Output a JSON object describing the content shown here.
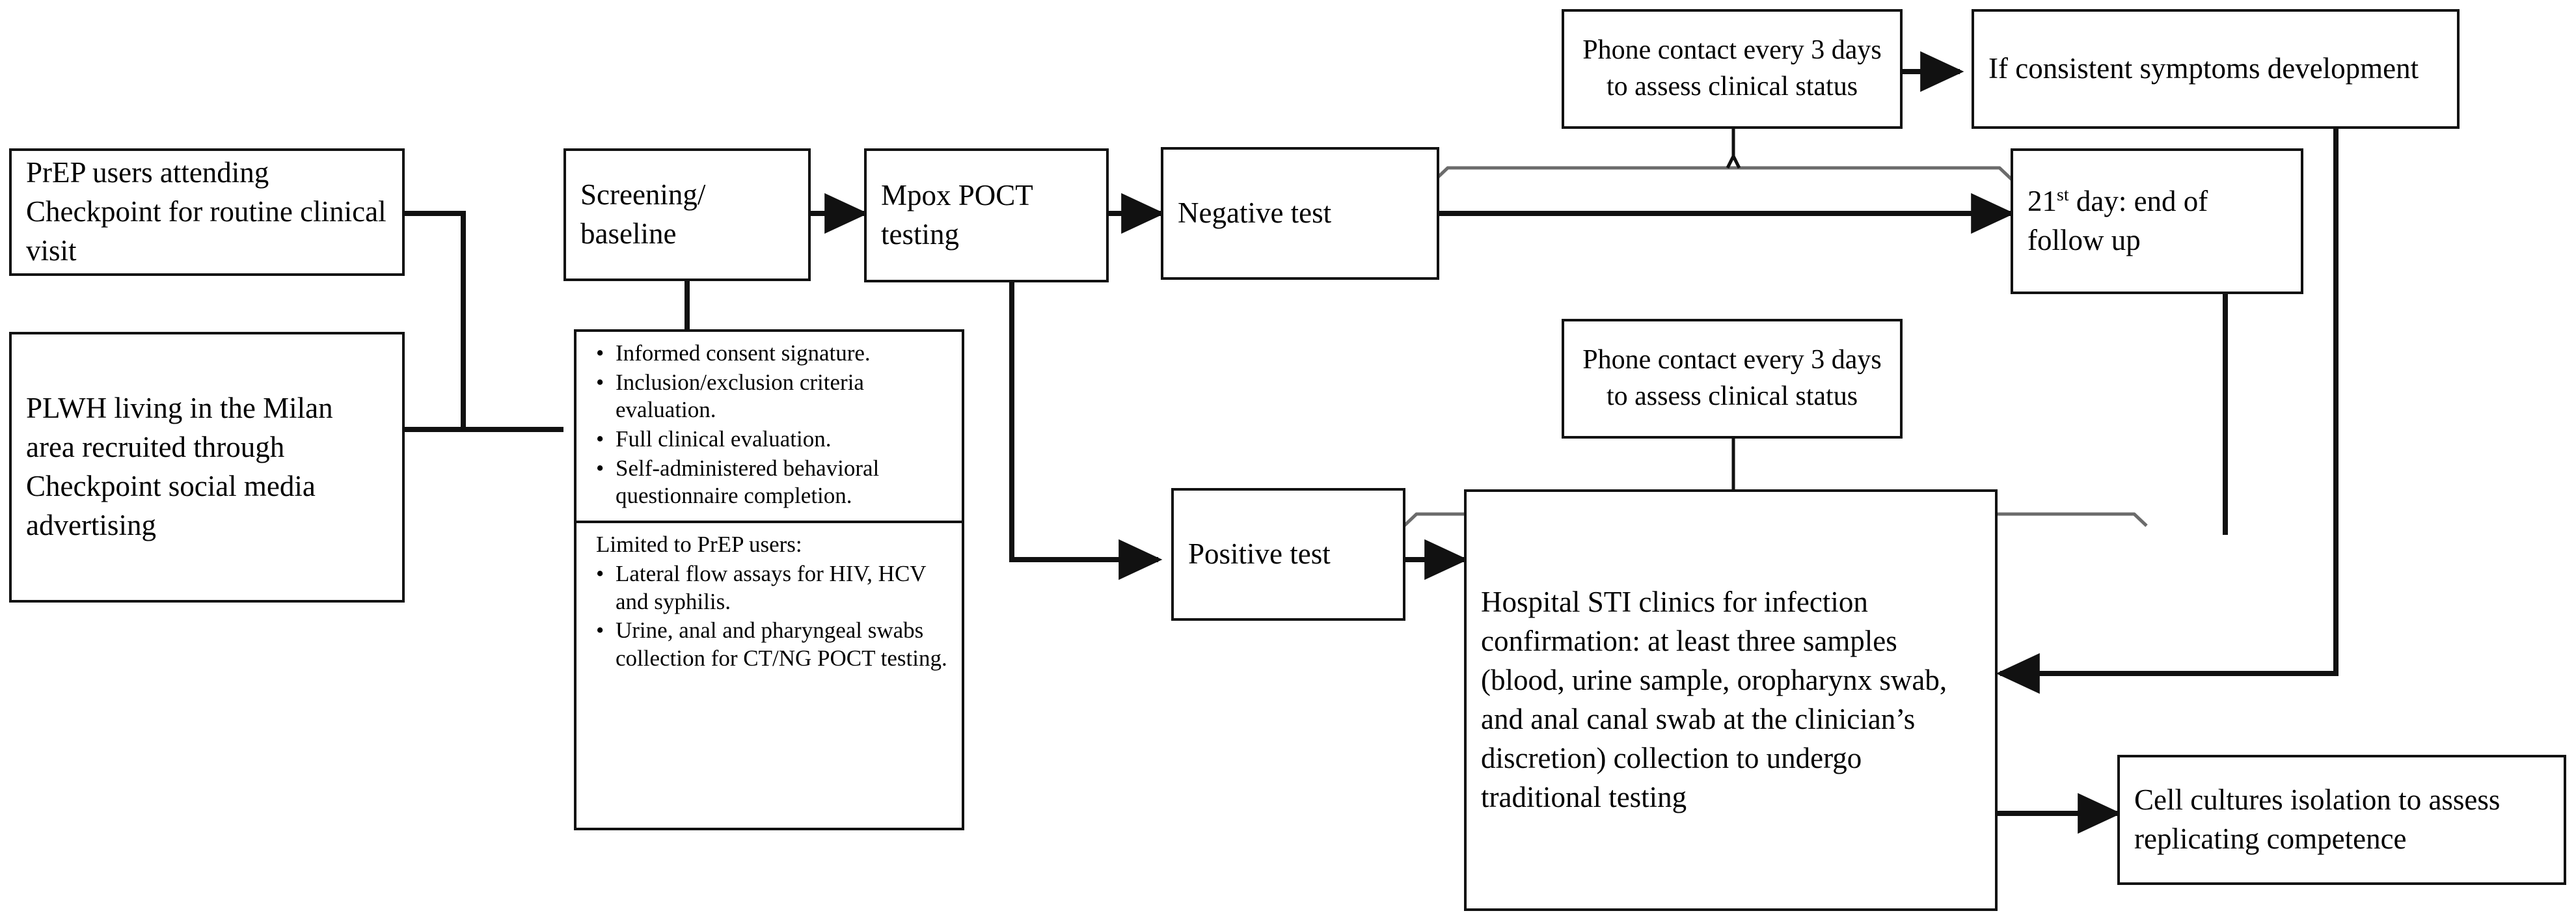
{
  "diagram": {
    "title": "Mpox POCT study flowchart",
    "line_color": "#111111",
    "thin_line_color": "#6b6b6b",
    "background": "#ffffff"
  },
  "nodes": {
    "prep_users": "PrEP users attending Checkpoint for routine clinical visit",
    "plwh_users": "PLWH living in the Milan area recruited through Checkpoint social media advertising",
    "screening": "Screening/\nbaseline",
    "mpox_poct": "Mpox POCT\ntesting",
    "negative_test": "Negative test",
    "positive_test": "Positive test",
    "phone_contact_top": "Phone contact every 3 days to assess clinical status",
    "phone_contact_bottom": "Phone contact every 3 days to assess clinical status",
    "symptoms_development": "If consistent symptoms development",
    "end_followup_pre": "21",
    "end_followup_sup": "st",
    "end_followup_post": " day: end of follow up",
    "hospital_sti": "Hospital STI clinics for infection confirmation: at least three samples (blood, urine sample, oropharynx swab, and anal canal swab at the clinician’s discretion) collection to undergo traditional testing",
    "cell_cultures": "Cell cultures isolation to assess replicating competence"
  },
  "baseline_box": {
    "section_one_bullets": [
      "Informed consent signature.",
      "Inclusion/exclusion criteria evaluation.",
      "Full clinical evaluation.",
      "Self-administered behavioral questionnaire completion."
    ],
    "section_two_lead": "Limited to PrEP users:",
    "section_two_bullets": [
      "Lateral flow assays for HIV, HCV and syphilis.",
      "Urine, anal and pharyngeal swabs collection for CT/NG POCT testing."
    ]
  }
}
